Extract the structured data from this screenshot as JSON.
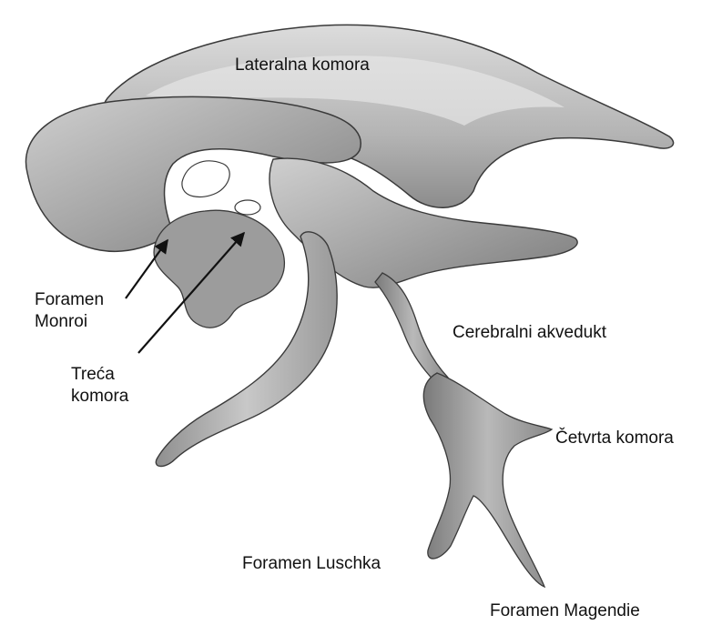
{
  "labels": {
    "lateral": "Lateralna komora",
    "monroi_line1": "Foramen",
    "monroi_line2": "Monroi",
    "third_line1": "Treća",
    "third_line2": "komora",
    "aqueduct": "Cerebralni akvedukt",
    "fourth": "Četvrta komora",
    "luschka": "Foramen Luschka",
    "magendie": "Foramen Magendie"
  },
  "colors": {
    "structure_fill": "#a9a9a9",
    "structure_light": "#d4d4d4",
    "structure_dark": "#6e6e6e",
    "outline": "#3a3a3a",
    "arrow": "#111111",
    "text": "#111111"
  }
}
